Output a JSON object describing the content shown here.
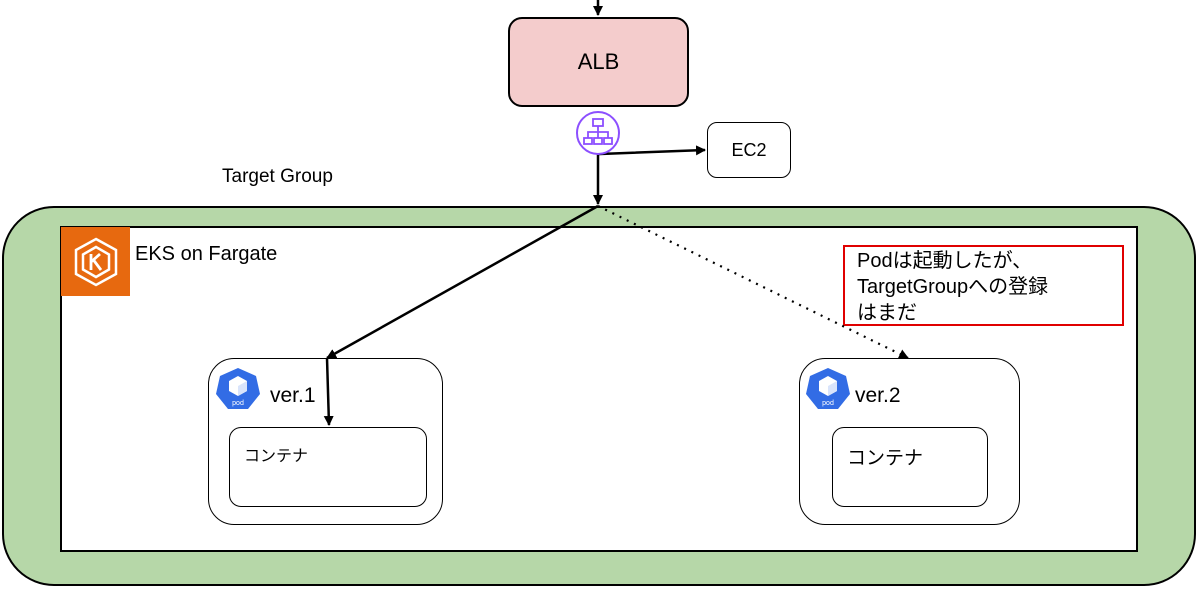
{
  "alb": {
    "label": "ALB"
  },
  "ec2": {
    "label": "EC2"
  },
  "target_group": {
    "label": "Target Group"
  },
  "eks": {
    "label": "EKS on Fargate"
  },
  "note": {
    "lines": [
      "Podは起動したが、",
      "TargetGroupへの登録",
      "はまだ"
    ]
  },
  "pods": [
    {
      "version": "ver.1",
      "container": "コンテナ"
    },
    {
      "version": "ver.2",
      "container": "コンテナ"
    }
  ],
  "icons": {
    "target_group": "target-group-icon",
    "eks": "eks-icon",
    "pod": "kubernetes-pod-icon"
  },
  "colors": {
    "alb_fill": "#f4cccc",
    "target_group_fill": "#b6d7a8",
    "eks_logo": "#e7690f",
    "note_border": "#e00000",
    "tg_icon": "#8c4fff",
    "pod_icon": "#326ce5"
  }
}
